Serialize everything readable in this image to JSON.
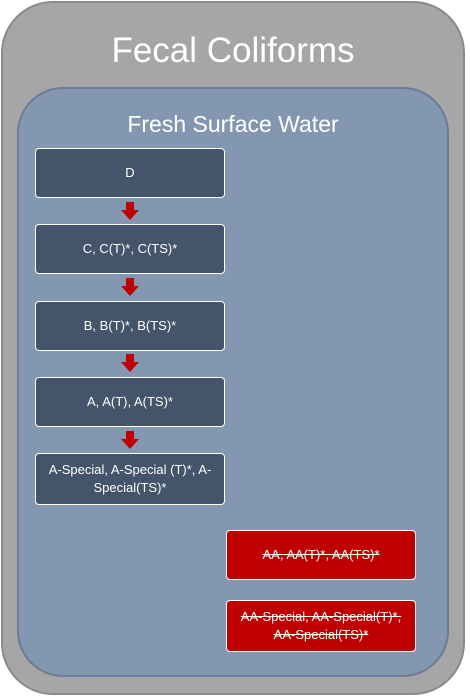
{
  "outer_title": "Fecal Coliforms",
  "inner_title": "Fresh Surface Water",
  "blue_boxes": [
    "D",
    "C, C(T)*, C(TS)*",
    "B, B(T)*, B(TS)*",
    "A, A(T), A(TS)*",
    "A-Special, A-Special (T)*, A-Special(TS)*"
  ],
  "red_boxes": [
    "AA, AA(T)*, AA(TS)*",
    "AA-Special, AA-Special(T)*, AA-Special(TS)*"
  ],
  "colors": {
    "outer_fill": "#a6a6a6",
    "inner_fill": "#8497b0",
    "box_fill": "#44546a",
    "red_fill": "#c00000",
    "arrow": "#c00000"
  }
}
